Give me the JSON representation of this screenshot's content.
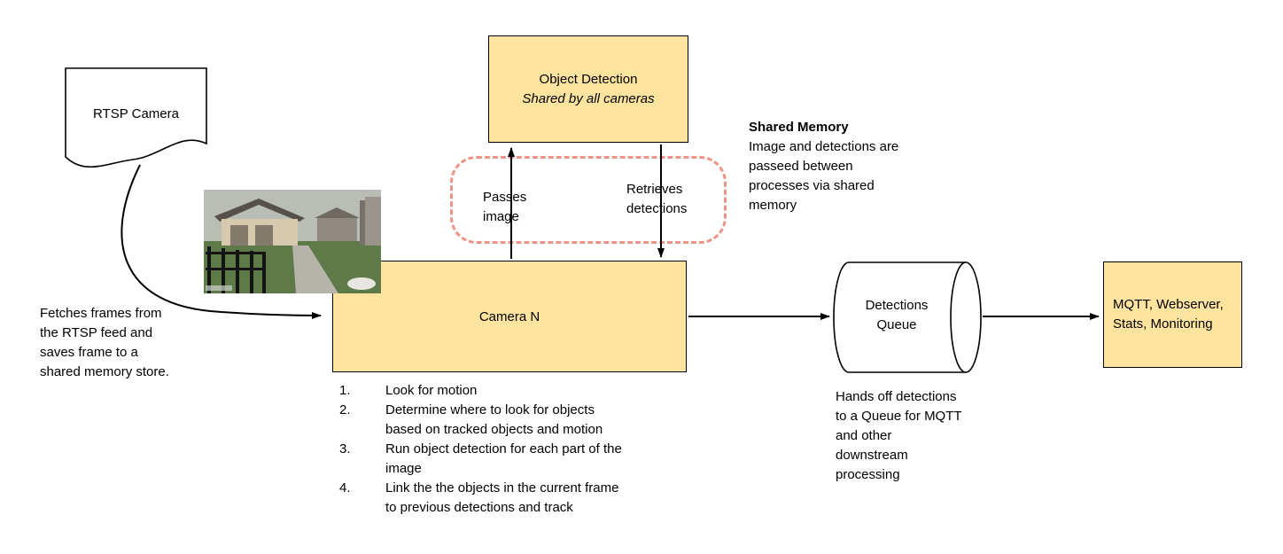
{
  "colors": {
    "box_fill": "#ffe49f",
    "box_border": "#000000",
    "dashed_stroke": "#ec9488"
  },
  "rtsp_camera": {
    "label": "RTSP Camera"
  },
  "object_detection": {
    "title": "Object Detection",
    "subtitle": "Shared by all cameras"
  },
  "labels": {
    "passes_image": "Passes image",
    "retrieves_detections": "Retrieves detections"
  },
  "shared_memory": {
    "title": "Shared Memory",
    "body": "Image and detections are passeed between processes via shared memory"
  },
  "camera_n": {
    "label": "Camera N"
  },
  "camera_steps": [
    {
      "num": "1.",
      "text": "Look for motion"
    },
    {
      "num": "2.",
      "text": "Determine where to look for objects based on tracked objects and motion"
    },
    {
      "num": "3.",
      "text": "Run object detection for each part of the image"
    },
    {
      "num": "4.",
      "text": "Link the the objects in the current frame to previous detections and track"
    }
  ],
  "detections_queue": {
    "label": "Detections Queue"
  },
  "mqtt": {
    "label": "MQTT, Webserver, Stats, Monitoring"
  },
  "notes": {
    "fetch": "Fetches frames from the RTSP feed and saves frame to a shared memory store.",
    "queue": "Hands off detections to a Queue for MQTT and other downstream processing"
  }
}
